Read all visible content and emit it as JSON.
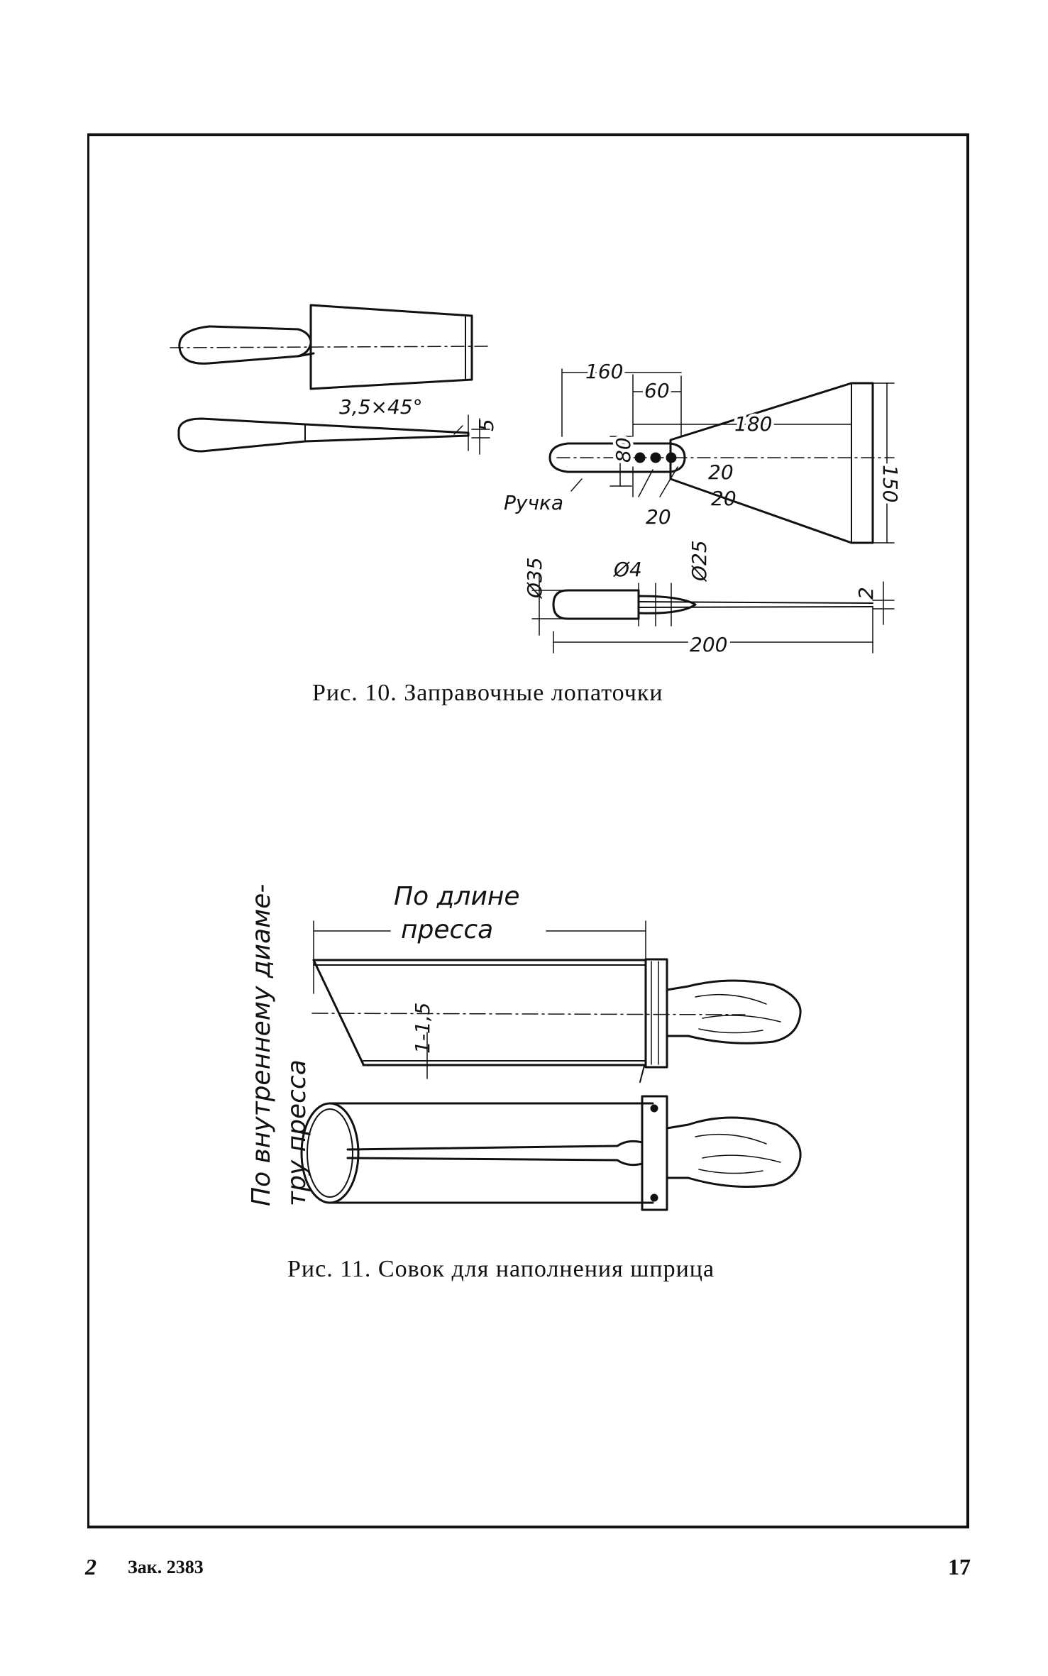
{
  "page": {
    "page_number": "17",
    "sheet_mark": "2",
    "order_mark": "Зак. 2383"
  },
  "figure10": {
    "caption": "Рис. 10. Заправочные лопаточки",
    "labels": {
      "chamfer": "3,5×45°",
      "chamfer_thk": "5",
      "handle": "Ручка",
      "len_160": "160",
      "len_60": "60",
      "len_180": "180",
      "width_150": "150",
      "handle_80": "80",
      "gap_20a": "20",
      "gap_20b": "20",
      "gap_20c": "20",
      "dia_35": "Ø35",
      "dia_4": "Ø4",
      "dia_25": "Ø25",
      "thk_2": "2",
      "len_200": "200"
    }
  },
  "figure11": {
    "caption": "Рис. 11. Совок для наполнения шприца",
    "labels": {
      "length_l1": "По длине",
      "length_l2": "пресса",
      "wall": "1-1,5",
      "diam_l1": "По внутреннему диаме-",
      "diam_l2": "тру пресса"
    }
  }
}
